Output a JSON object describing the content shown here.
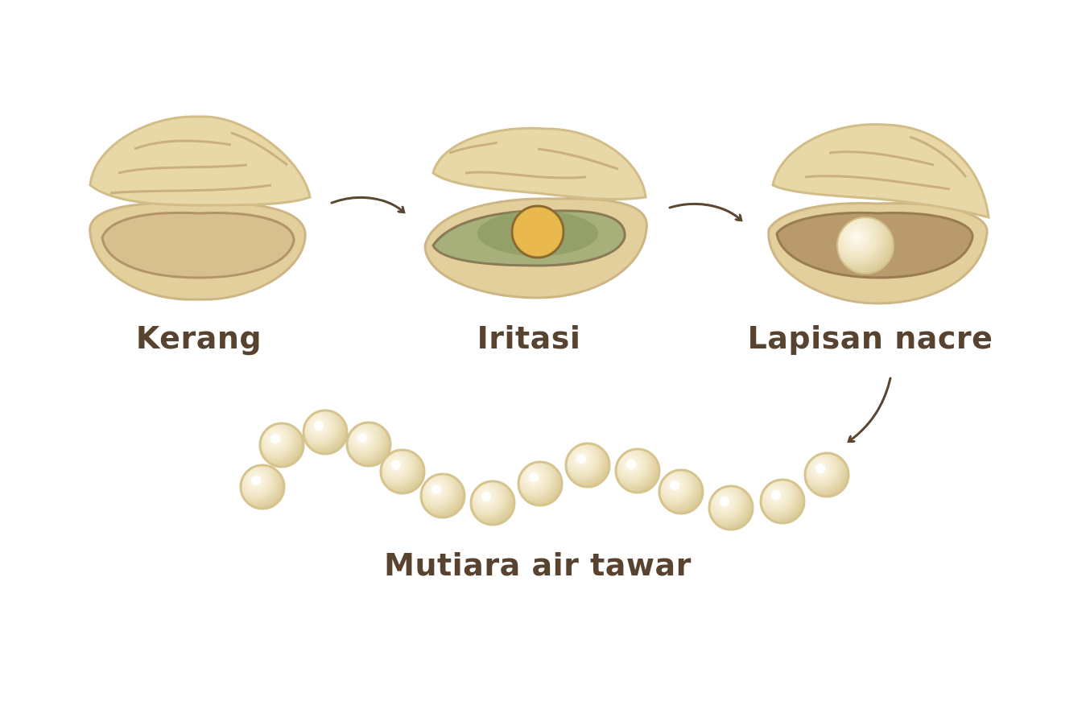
{
  "title": "Proses pembentukan mutiara air tawar",
  "steps": [
    {
      "label": "Kerang",
      "icon": "closed-clam-icon"
    },
    {
      "label": "Iritasi",
      "icon": "clam-with-irritant-icon"
    },
    {
      "label": "Lapisan nacre",
      "icon": "clam-with-pearl-icon"
    }
  ],
  "result": {
    "label": "Mutiara air tawar",
    "icon": "pearl-strand-icon",
    "pearl_count": 14
  },
  "colors": {
    "shell": "#e6d6a8",
    "shell_dark": "#c9b07e",
    "shell_inner": "#b89a6c",
    "mantle_green": "#a7b07a",
    "irritant": "#e8b84c",
    "pearl": "#f1e7c6",
    "text": "#574330",
    "arrow": "#5a4631"
  }
}
